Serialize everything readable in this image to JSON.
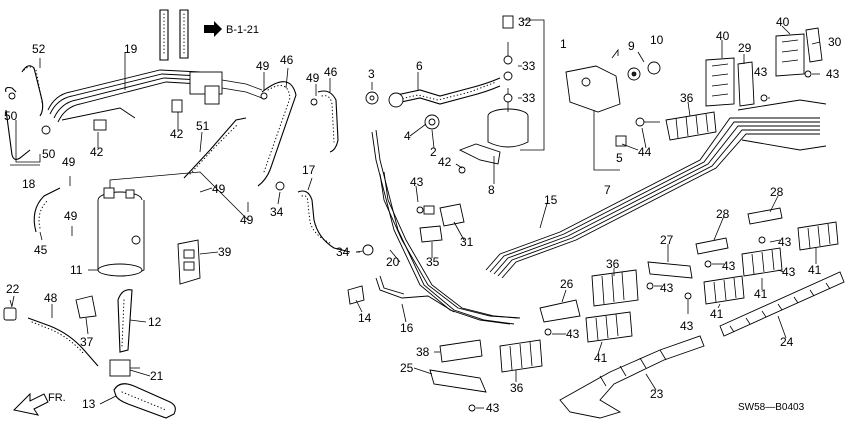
{
  "diagram": {
    "reference": "B-1-21",
    "drawing_code": "SW58—B0403",
    "direction_label": "FR.",
    "callouts": [
      {
        "id": "c52",
        "text": "52"
      },
      {
        "id": "c19",
        "text": "19"
      },
      {
        "id": "c50a",
        "text": "50"
      },
      {
        "id": "c50b",
        "text": "50"
      },
      {
        "id": "c18",
        "text": "18"
      },
      {
        "id": "c42a",
        "text": "42"
      },
      {
        "id": "c42b",
        "text": "42"
      },
      {
        "id": "c49a",
        "text": "49"
      },
      {
        "id": "c46a",
        "text": "46"
      },
      {
        "id": "c49b",
        "text": "49"
      },
      {
        "id": "c46b",
        "text": "46"
      },
      {
        "id": "c51",
        "text": "51"
      },
      {
        "id": "c49c",
        "text": "49"
      },
      {
        "id": "c49d",
        "text": "49"
      },
      {
        "id": "c49e",
        "text": "49"
      },
      {
        "id": "c49f",
        "text": "49"
      },
      {
        "id": "c45",
        "text": "45"
      },
      {
        "id": "c11",
        "text": "11"
      },
      {
        "id": "c39",
        "text": "39"
      },
      {
        "id": "c17",
        "text": "17"
      },
      {
        "id": "c34a",
        "text": "34"
      },
      {
        "id": "c34b",
        "text": "34"
      },
      {
        "id": "c22",
        "text": "22"
      },
      {
        "id": "c48",
        "text": "48"
      },
      {
        "id": "c37",
        "text": "37"
      },
      {
        "id": "c12",
        "text": "12"
      },
      {
        "id": "c21",
        "text": "21"
      },
      {
        "id": "c13",
        "text": "13"
      },
      {
        "id": "c3",
        "text": "3"
      },
      {
        "id": "c6",
        "text": "6"
      },
      {
        "id": "c4",
        "text": "4"
      },
      {
        "id": "c2",
        "text": "2"
      },
      {
        "id": "c42c",
        "text": "42"
      },
      {
        "id": "c8",
        "text": "8"
      },
      {
        "id": "c32",
        "text": "32"
      },
      {
        "id": "c1",
        "text": "1"
      },
      {
        "id": "c33a",
        "text": "33"
      },
      {
        "id": "c33b",
        "text": "33"
      },
      {
        "id": "c9",
        "text": "9"
      },
      {
        "id": "c10",
        "text": "10"
      },
      {
        "id": "c5",
        "text": "5"
      },
      {
        "id": "c7",
        "text": "7"
      },
      {
        "id": "c44",
        "text": "44"
      },
      {
        "id": "c40a",
        "text": "40"
      },
      {
        "id": "c40b",
        "text": "40"
      },
      {
        "id": "c29",
        "text": "29"
      },
      {
        "id": "c30",
        "text": "30"
      },
      {
        "id": "c43a",
        "text": "43"
      },
      {
        "id": "c43b",
        "text": "43"
      },
      {
        "id": "c36a",
        "text": "36"
      },
      {
        "id": "c15",
        "text": "15"
      },
      {
        "id": "c43c",
        "text": "43"
      },
      {
        "id": "c31",
        "text": "31"
      },
      {
        "id": "c35",
        "text": "35"
      },
      {
        "id": "c20",
        "text": "20"
      },
      {
        "id": "c14",
        "text": "14"
      },
      {
        "id": "c16",
        "text": "16"
      },
      {
        "id": "c28a",
        "text": "28"
      },
      {
        "id": "c28b",
        "text": "28"
      },
      {
        "id": "c27",
        "text": "27"
      },
      {
        "id": "c43d",
        "text": "43"
      },
      {
        "id": "c43e",
        "text": "43"
      },
      {
        "id": "c43f",
        "text": "43"
      },
      {
        "id": "c41a",
        "text": "41"
      },
      {
        "id": "c36b",
        "text": "36"
      },
      {
        "id": "c43g",
        "text": "43"
      },
      {
        "id": "c43h",
        "text": "43"
      },
      {
        "id": "c41b",
        "text": "41"
      },
      {
        "id": "c41c",
        "text": "41"
      },
      {
        "id": "c26",
        "text": "26"
      },
      {
        "id": "c43i",
        "text": "43"
      },
      {
        "id": "c41d",
        "text": "41"
      },
      {
        "id": "c24",
        "text": "24"
      },
      {
        "id": "c38",
        "text": "38"
      },
      {
        "id": "c25",
        "text": "25"
      },
      {
        "id": "c36c",
        "text": "36"
      },
      {
        "id": "c43j",
        "text": "43"
      },
      {
        "id": "c23",
        "text": "23"
      }
    ]
  }
}
